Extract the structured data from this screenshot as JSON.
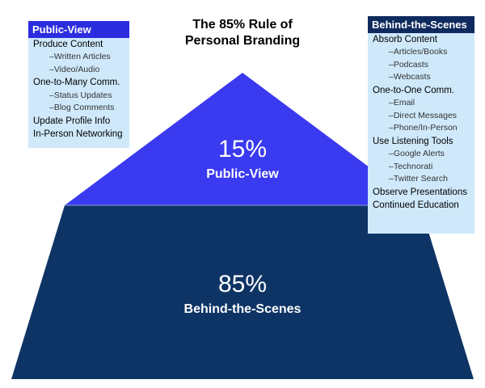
{
  "title": [
    "The 85% Rule of",
    "Personal Branding"
  ],
  "colors": {
    "public": "#3a3af0",
    "behind": "#0e3466",
    "public_header": "#2d2de0",
    "behind_header": "#0f2a5e",
    "box_bg": "#cfe9fb"
  },
  "pyramid": {
    "top": {
      "percent": "15%",
      "label": "Public-View",
      "value": 15
    },
    "bottom": {
      "percent": "85%",
      "label": "Behind-the-Scenes",
      "value": 85
    }
  },
  "public_box": {
    "header": "Public-View",
    "items": [
      {
        "label": "Produce Content",
        "subs": [
          "Written Articles",
          "Video/Audio"
        ]
      },
      {
        "label": "One-to-Many Comm.",
        "subs": [
          "Status Updates",
          "Blog Comments"
        ]
      },
      {
        "label": "Update Profile Info",
        "subs": []
      },
      {
        "label": "In-Person Networking",
        "subs": []
      }
    ]
  },
  "behind_box": {
    "header": "Behind-the-Scenes",
    "items": [
      {
        "label": "Absorb Content",
        "subs": [
          "Articles/Books",
          "Podcasts",
          "Webcasts"
        ]
      },
      {
        "label": "One-to-One Comm.",
        "subs": [
          "Email",
          "Direct Messages",
          "Phone/In-Person"
        ]
      },
      {
        "label": "Use Listening Tools",
        "subs": [
          "Google Alerts",
          "Technorati",
          "Twitter Search"
        ]
      },
      {
        "label": "Observe Presentations",
        "subs": []
      },
      {
        "label": "Continued Education",
        "subs": []
      }
    ]
  },
  "dash": "–"
}
